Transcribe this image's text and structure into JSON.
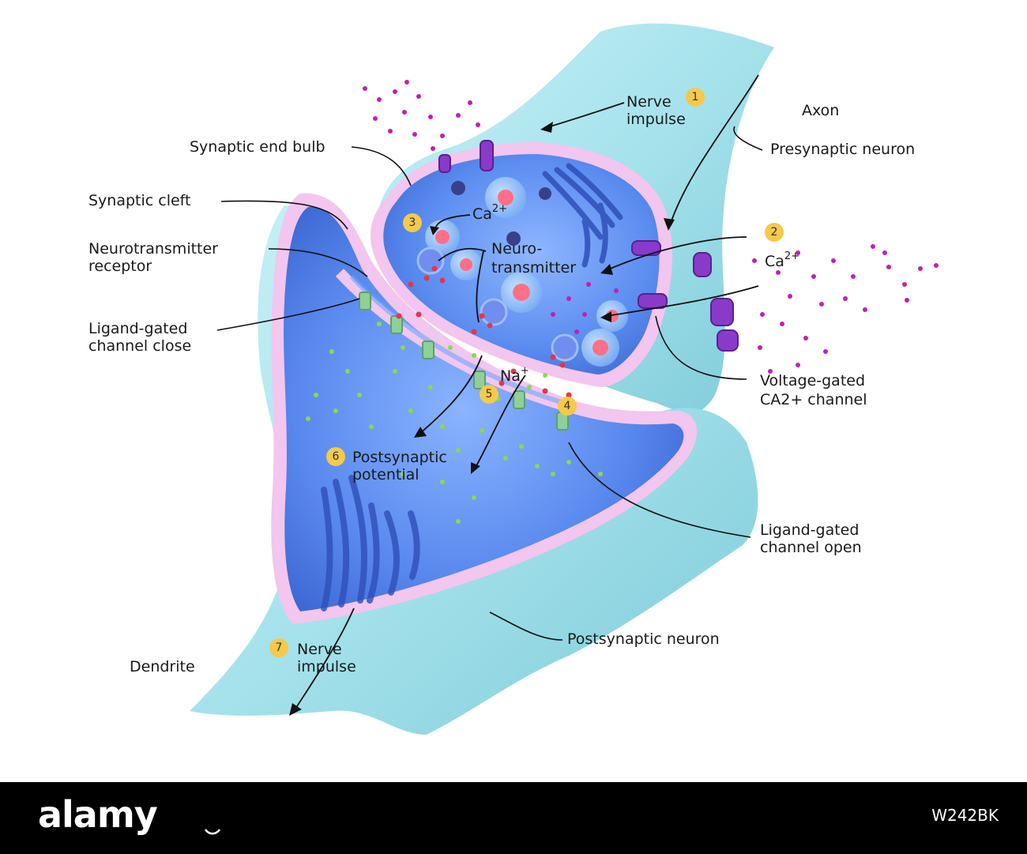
{
  "labels": {
    "synaptic_end_bulb": "Synaptic end bulb",
    "synaptic_cleft": "Synaptic cleft",
    "neurotransmitter_receptor_l1": "Neurotransmitter",
    "neurotransmitter_receptor_l2": "receptor",
    "ligand_close_l1": "Ligand-gated",
    "ligand_close_l2": "channel close",
    "nerve_impulse_top_l1": "Nerve",
    "nerve_impulse_top_l2": "impulse",
    "axon": "Axon",
    "presynaptic_neuron": "Presynaptic neuron",
    "ca_top": "Ca",
    "ca_top_sup": "2+",
    "ca_right": "Ca",
    "ca_right_sup": "2+",
    "neuro_l1": "Neuro-",
    "neuro_l2": "transmitter",
    "voltage_l1": "Voltage-gated",
    "voltage_l2": "CA2+ channel",
    "na": "Na",
    "na_sup": "+",
    "postsynaptic_potential_l1": "Postsynaptic",
    "postsynaptic_potential_l2": "potential",
    "ligand_open_l1": "Ligand-gated",
    "ligand_open_l2": "channel open",
    "postsynaptic_neuron": "Postsynaptic neuron",
    "dendrite": "Dendrite",
    "nerve_impulse_bottom_l1": "Nerve",
    "nerve_impulse_bottom_l2": "impulse"
  },
  "steps": [
    "1",
    "2",
    "3",
    "4",
    "5",
    "6",
    "7"
  ],
  "footer": {
    "brand": "alamy",
    "stock_id": "W242BK"
  },
  "colors": {
    "neuron_outer": "#a8e4ee",
    "cytoplasm": "#5b8df0",
    "membrane": "#f2c6ee",
    "badge": "#f5c94a",
    "ion_magenta": "#c21fb0",
    "ion_green": "#8fd848",
    "channel_purple": "#8a3ac8"
  }
}
